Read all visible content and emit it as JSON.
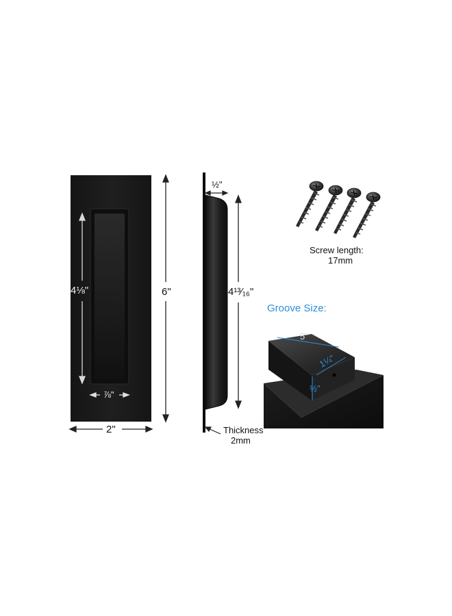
{
  "front": {
    "height_label": "6\"",
    "width_label": "2\"",
    "recess_height_label": "4⅛\"",
    "recess_width_label": "⅞\""
  },
  "side": {
    "depth_label": "½\"",
    "recess_height_label": "4¹³⁄₁₆\"",
    "thickness_label": "Thickness",
    "thickness_value": "2mm"
  },
  "screws": {
    "caption_line1": "Screw length:",
    "caption_line2": "17mm",
    "count": 4
  },
  "groove": {
    "title": "Groove Size:",
    "length_label": "5\"",
    "width_label": "1¼\"",
    "depth_label": "½\""
  },
  "colors": {
    "metal": "#1a1a1a",
    "accent": "#2f8fd8",
    "dim_line": "#222222"
  }
}
